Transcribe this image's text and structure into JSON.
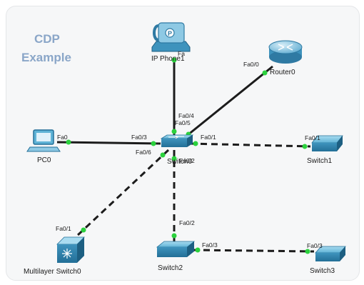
{
  "diagram": {
    "title_line1": "CDP",
    "title_line2": "Example",
    "devices": {
      "ip_phone": "IP Phone1",
      "router": "Router0",
      "pc": "PC0",
      "center_switch": "Switch0",
      "switch1": "Switch1",
      "multilayer": "Multilayer Switch0",
      "switch2": "Switch2",
      "switch3": "Switch3"
    },
    "ports": {
      "phone_sw": "Fa",
      "router_sw": "Fa0/0",
      "sw_phone": "Fa0/4",
      "sw_router": "Fa0/5",
      "pc_sw": "Fa0",
      "sw_pc": "Fa0/3",
      "sw_sw1": "Fa0/1",
      "sw1_sw": "Fa0/1",
      "sw_ml": "Fa0/6",
      "sw_sw2": "Fa0/2",
      "ml_sw": "Fa0/1",
      "sw2_sw": "Fa0/2",
      "sw2_sw3": "Fa0/3",
      "sw3_sw2": "Fa0/3"
    },
    "colors": {
      "title": "#8aa6c8",
      "link": "#1c1c1c",
      "link_up": "#2bd13d",
      "device_blue": "#3b8fb8"
    }
  }
}
